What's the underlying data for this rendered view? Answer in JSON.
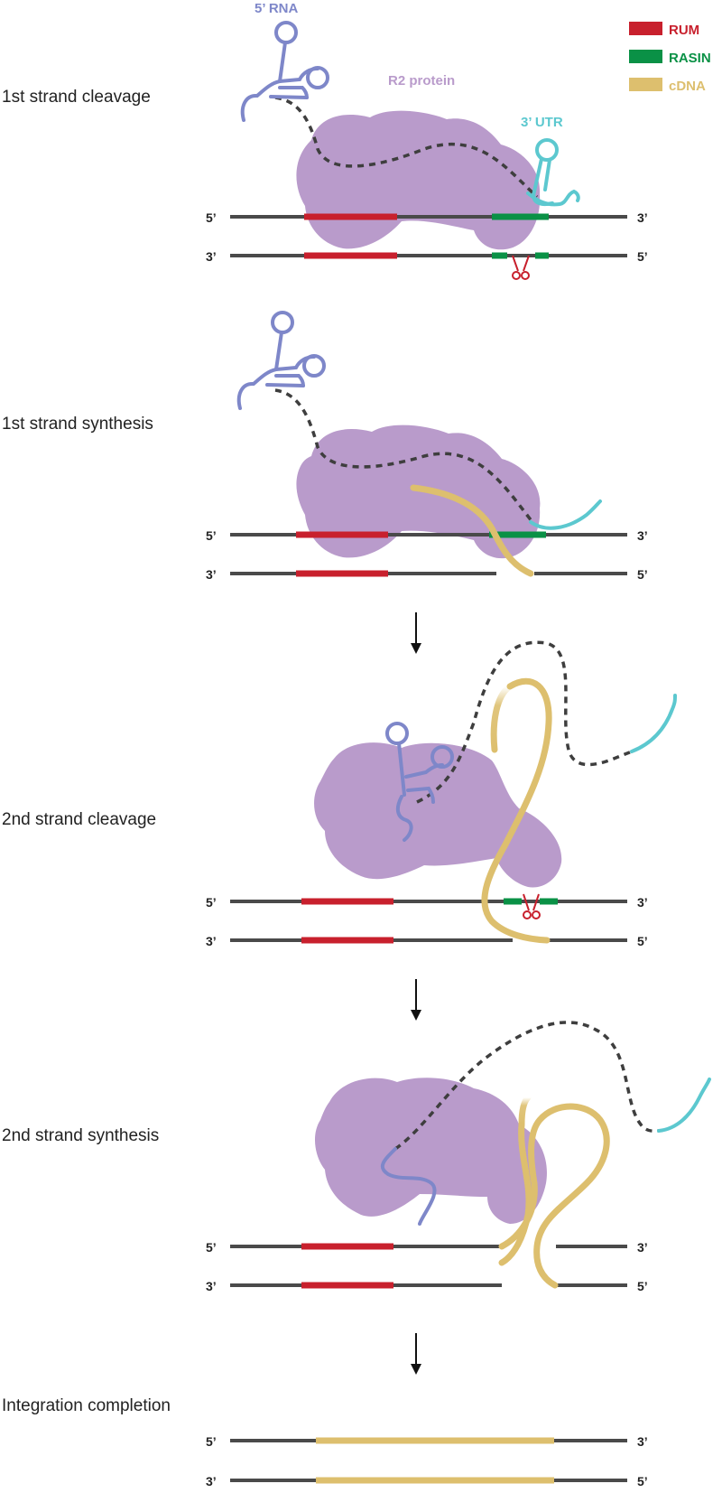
{
  "legend": {
    "items": [
      {
        "label": "RUM",
        "color": "#c8202d"
      },
      {
        "label": "RASIN",
        "color": "#0a9146"
      },
      {
        "label": "cDNA",
        "color": "#ddbf6e"
      }
    ]
  },
  "annotations": {
    "rna5": "5’ RNA",
    "protein": "R2 protein",
    "utr3": "3’ UTR"
  },
  "colors": {
    "protein": "#b99bcb",
    "rna5": "#7e87c9",
    "utr3": "#5cc8cf",
    "dna": "#4a4a4a"
  },
  "steps": [
    {
      "label": "1st strand cleavage",
      "top_left": "5’",
      "top_right": "3’",
      "bottom_left": "3’",
      "bottom_right": "5’"
    },
    {
      "label": "1st strand synthesis",
      "top_left": "5’",
      "top_right": "3’",
      "bottom_left": "3’",
      "bottom_right": "5’"
    },
    {
      "label": "2nd strand cleavage",
      "top_left": "5’",
      "top_right": "3’",
      "bottom_left": "3’",
      "bottom_right": "5’"
    },
    {
      "label": "2nd strand synthesis",
      "top_left": "5’",
      "top_right": "3’",
      "bottom_left": "3’",
      "bottom_right": "5’"
    },
    {
      "label": "Integration completion",
      "top_left": "5’",
      "top_right": "3’",
      "bottom_left": "3’",
      "bottom_right": "5’"
    }
  ]
}
